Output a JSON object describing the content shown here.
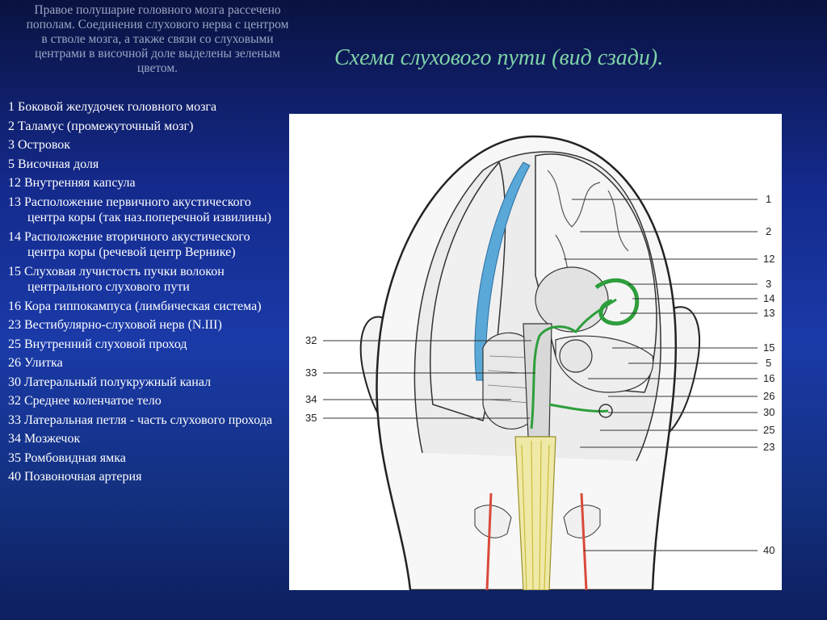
{
  "intro_text": "Правое полушарие головного мозга рассечено пополам. Соединения слухового нерва с центром в стволе мозга, а также связи со слуховыми центрами в височной доле выделены зеленым цветом.",
  "title": "Схема слухового пути (вид сзади).",
  "legend": [
    "1 Боковой желудочек головного мозга",
    "2 Таламус (промежуточный мозг)",
    "3 Островок",
    "5 Височная доля",
    "12 Внутренняя капсула",
    "13 Расположение первичного акустического центра коры (так наз.поперечной извилины)",
    "14 Расположение вторичного акустического центра коры (речевой центр Вернике)",
    "15 Слуховая лучистость пучки волокон центрального слухового пути",
    "16 Кора гиппокампуса (лимбическая система)",
    "23 Вестибулярно-слуховой нерв (N.III)",
    "25 Внутренний слуховой проход",
    "26 Улитка",
    "30 Латеральный полукружный канал",
    "32 Среднее коленчатое тело",
    "33 Латеральная петля - часть слухового прохода",
    "34 Мозжечок",
    "35 Ромбовидная ямка",
    "40 Позвоночная артерия"
  ],
  "figure": {
    "right_labels": [
      "1",
      "2",
      "12",
      "3",
      "14",
      "13",
      "15",
      "5",
      "16",
      "26",
      "30",
      "25",
      "23",
      "40"
    ],
    "left_labels": [
      "32",
      "33",
      "34",
      "35"
    ]
  },
  "colors": {
    "title": "#7fd3a8",
    "intro": "#9aa6c4",
    "auditory_path": "#2e9e3c",
    "nerves": "#e6dc6a",
    "arteries": "#d94a3a",
    "ventricle": "#5aa8d8"
  }
}
